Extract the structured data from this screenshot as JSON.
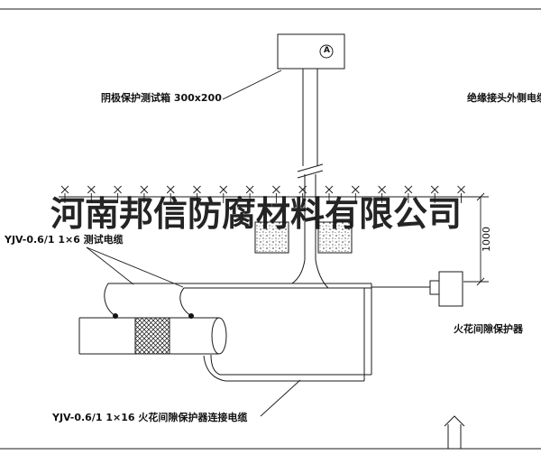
{
  "drawing": {
    "watermark": "河南邦信防腐材料有限公司",
    "test_box_label": "阴极保护测试箱 300x200",
    "meter_symbol": "A",
    "outer_cable_label": "绝缘接头外侧电缆",
    "test_cable_label": "YJV-0.6/1 1×6  测试电缆",
    "spark_gap_label": "火花间隙保护器",
    "spark_gap_cable_label": "YJV-0.6/1 1×16  火花间隙保护器连接电缆",
    "dimension_depth": "1000"
  },
  "colors": {
    "line": "#1a1a1a",
    "background": "#ffffff"
  }
}
